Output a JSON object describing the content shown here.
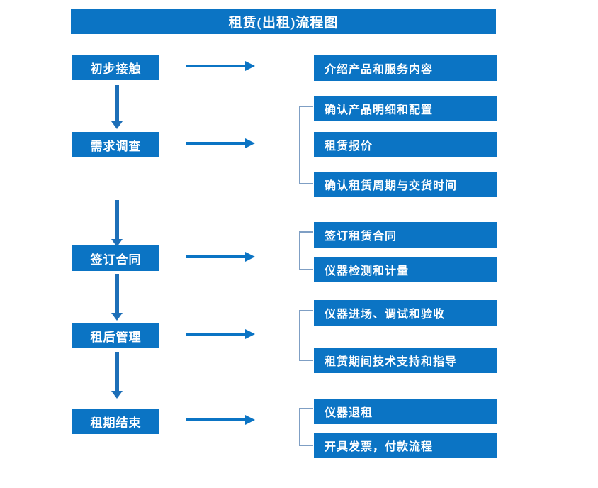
{
  "diagram": {
    "type": "flowchart",
    "title": "租赁(出租)流程图",
    "accent_color": "#0b74c4",
    "arrow_color": "#1d6fb8",
    "bracket_color": "#7f9fc4",
    "text_color": "#ffffff",
    "background": "#ffffff",
    "stages": [
      {
        "id": "stage-1",
        "label": "初步接触",
        "details": [
          "介绍产品和服务内容"
        ],
        "has_bracket": false,
        "has_arrow_to_next": true
      },
      {
        "id": "stage-2",
        "label": "需求调查",
        "details": [
          "确认产品明细和配置",
          "租赁报价",
          "确认租赁周期与交货时间"
        ],
        "has_bracket": true,
        "has_arrow_to_next": true
      },
      {
        "id": "stage-3",
        "label": "签订合同",
        "details": [
          "签订租赁合同",
          "仪器检测和计量"
        ],
        "has_bracket": true,
        "has_arrow_to_next": true
      },
      {
        "id": "stage-4",
        "label": "租后管理",
        "details": [
          "仪器进场、调试和验收",
          "租赁期间技术支持和指导"
        ],
        "has_bracket": true,
        "has_arrow_to_next": true
      },
      {
        "id": "stage-5",
        "label": "租期结束",
        "details": [
          "仪器退租",
          "开具发票，付款流程"
        ],
        "has_bracket": true,
        "has_arrow_to_next": false
      }
    ],
    "detail_boxes_flat": [
      "介绍产品和服务内容",
      "确认产品明细和配置",
      "租赁报价",
      "确认租赁周期与交货时间",
      "签订租赁合同",
      "仪器检测和计量",
      "仪器进场、调试和验收",
      "租赁期间技术支持和指导",
      "仪器退租",
      "开具发票，付款流程"
    ]
  }
}
